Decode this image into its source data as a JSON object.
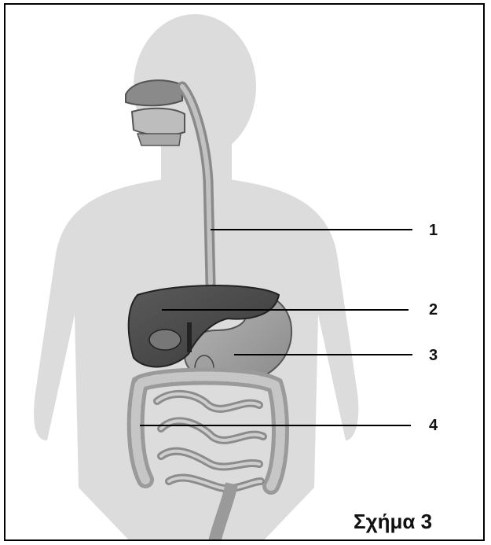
{
  "figure": {
    "caption": "Σχήμα 3",
    "labels": [
      {
        "number": "1",
        "target": "oesophagus"
      },
      {
        "number": "2",
        "target": "liver"
      },
      {
        "number": "3",
        "target": "stomach"
      },
      {
        "number": "4",
        "target": "large-intestine"
      }
    ]
  },
  "colors": {
    "silhouette": "#dcdcdc",
    "organ_dark": "#555555",
    "organ_mid": "#9a9a9a",
    "organ_light": "#c8c8c8",
    "line": "#000000"
  }
}
